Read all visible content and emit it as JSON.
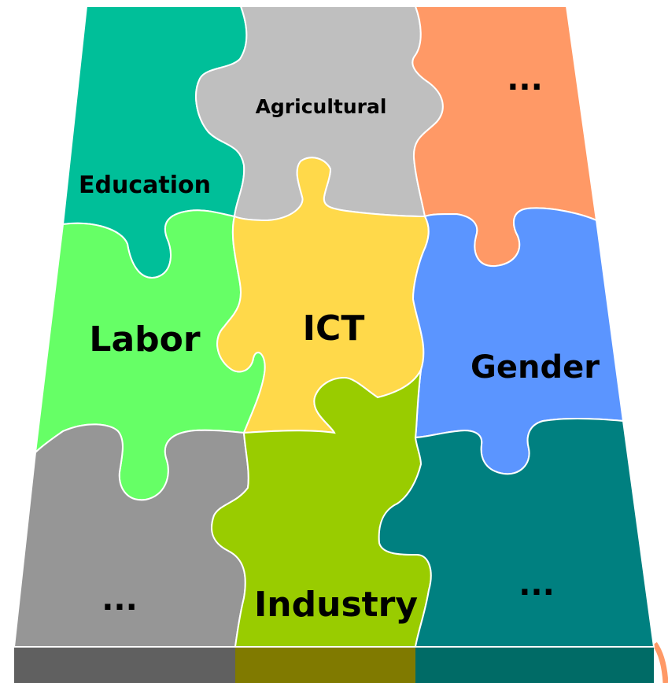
{
  "pieces": [
    {
      "id": "education",
      "label": "Education",
      "color": "#00BF99"
    },
    {
      "id": "agricultural",
      "label": "Agricultural",
      "color": "#BFBFBF"
    },
    {
      "id": "top-right",
      "label": "...",
      "color": "#FF9966"
    },
    {
      "id": "labor",
      "label": "Labor",
      "color": "#66FF66"
    },
    {
      "id": "ict",
      "label": "ICT",
      "color": "#FFD94A"
    },
    {
      "id": "gender",
      "label": "Gender",
      "color": "#5B95FF"
    },
    {
      "id": "bottom-left",
      "label": "...",
      "color": "#969696"
    },
    {
      "id": "industry",
      "label": "Industry",
      "color": "#99CC00"
    },
    {
      "id": "bottom-right",
      "label": "...",
      "color": "#008080"
    }
  ],
  "base": [
    {
      "id": "base-left",
      "color": "#606060"
    },
    {
      "id": "base-middle",
      "color": "#807A00"
    },
    {
      "id": "base-right",
      "color": "#006B66"
    }
  ],
  "accent": {
    "color": "#FF9966"
  }
}
